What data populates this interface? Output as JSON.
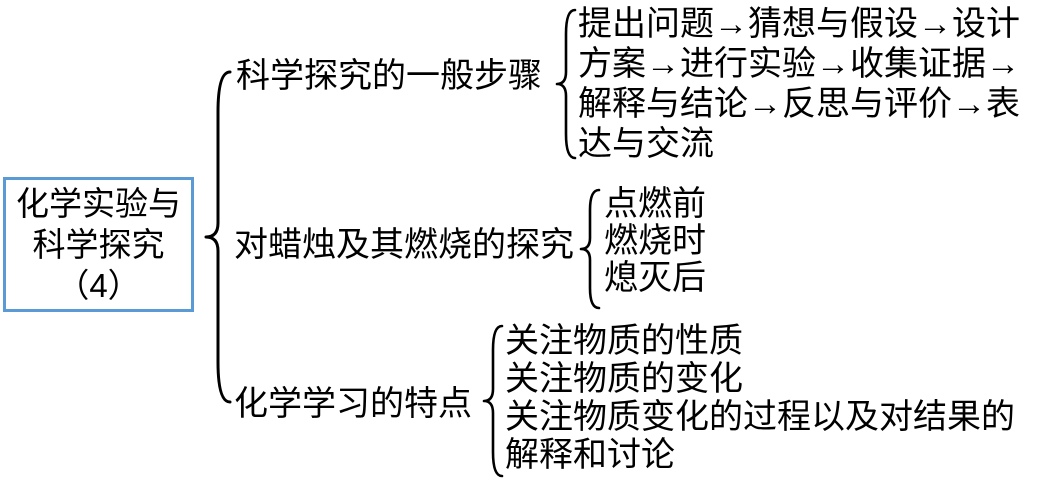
{
  "colors": {
    "background": "#FFFFFF",
    "text": "#000000",
    "root_box_border": "#5B9BD5"
  },
  "root": {
    "lines": [
      "化学实验与",
      "科学探究",
      "（4）"
    ]
  },
  "branches": [
    {
      "label": "科学探究的一般步骤",
      "items": [
        "提出问题→猜想与假设→设计",
        "方案→进行实验→收集证据→",
        "解释与结论→反思与评价→表",
        "达与交流"
      ]
    },
    {
      "label": "对蜡烛及其燃烧的探究",
      "items": [
        "点燃前",
        "燃烧时",
        "熄灭后"
      ]
    },
    {
      "label": "化学学习的特点",
      "items": [
        "关注物质的性质",
        "关注物质的变化",
        "关注物质变化的过程以及对结果的",
        "解释和讨论"
      ]
    }
  ]
}
